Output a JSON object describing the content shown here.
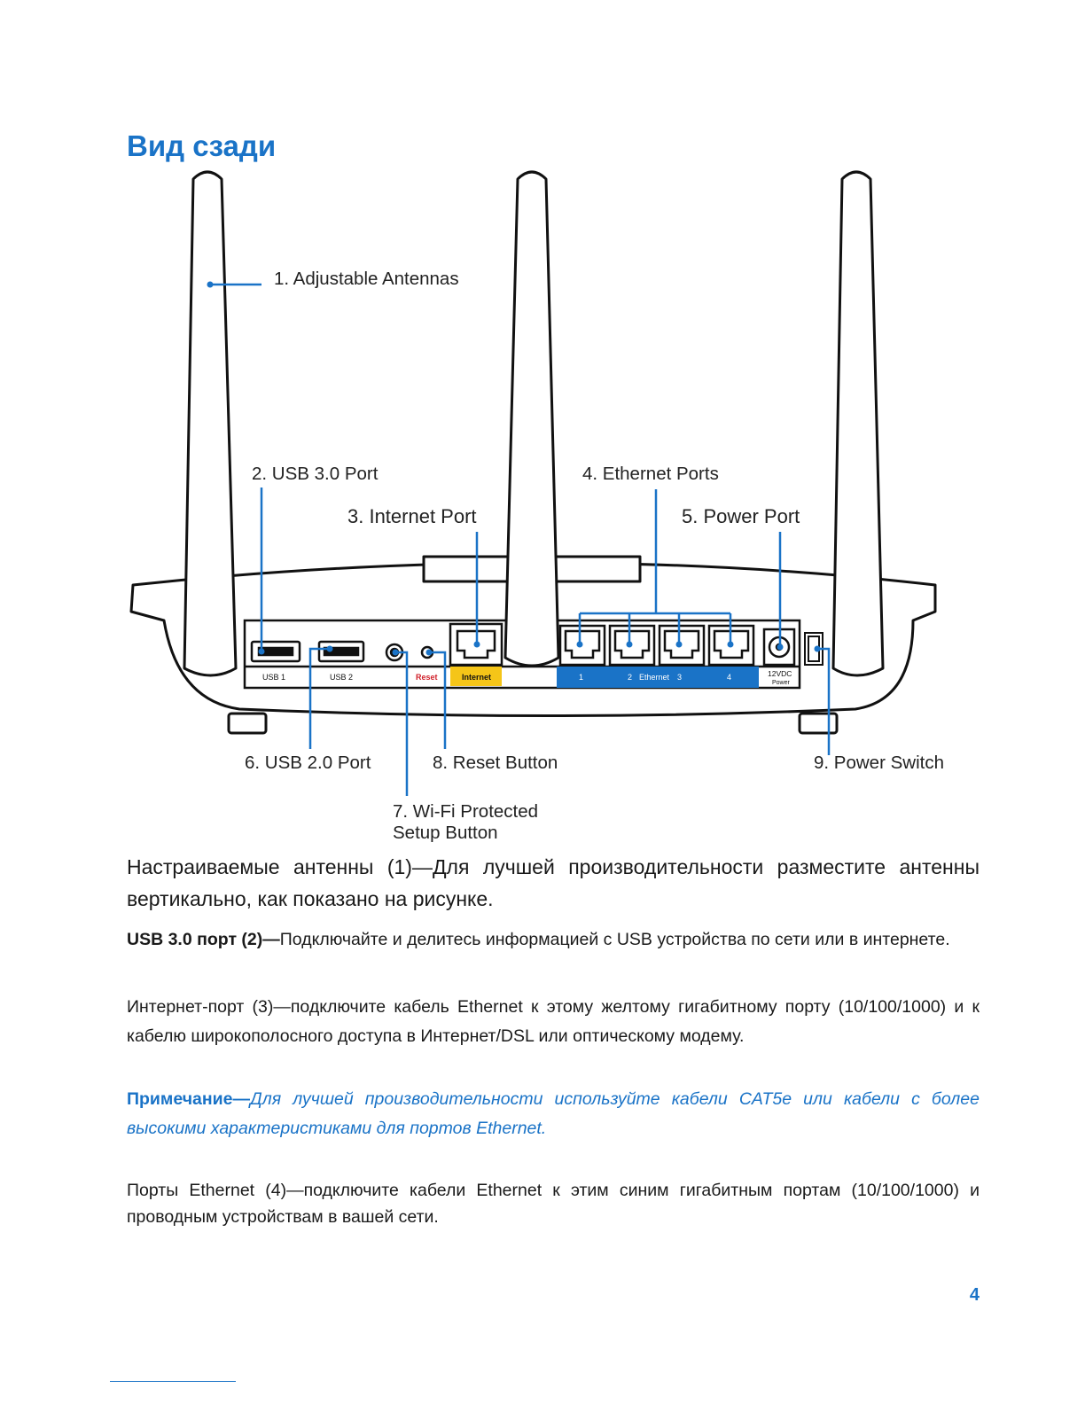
{
  "page": {
    "heading": "Вид сзади",
    "page_number": "4"
  },
  "figure": {
    "callouts": {
      "antennas": "1. Adjustable Antennas",
      "usb3": "2. USB 3.0 Port",
      "internet": "3. Internet Port",
      "ethernet": "4. Ethernet Ports",
      "power_port": "5. Power Port",
      "usb2": "6. USB 2.0 Port",
      "wps_line1": "7. Wi-Fi Protected",
      "wps_line2": "Setup Button",
      "reset": "8. Reset Button",
      "power_switch": "9. Power Switch"
    },
    "panel_labels": {
      "usb1": "USB 1",
      "usb2": "USB 2",
      "reset": "Reset",
      "internet": "Internet",
      "eth1": "1",
      "eth2": "2",
      "eth_word": "Ethernet",
      "eth3": "3",
      "eth4": "4",
      "dc": "12VDC",
      "power": "Power"
    },
    "colors": {
      "accent": "#1a73c7",
      "internet_port": "#f5c518",
      "ethernet_band": "#1a73c7",
      "reset_text": "#d0202a"
    }
  },
  "body": {
    "p1": "Настраиваемые антенны (1)—Для лучшей производительности разместите антенны вертикально, как показано на рисунке.",
    "p2_lead": "USB 3.0 порт (2)—",
    "p2_text": "Подключайте и делитесь информацией с USB устройства по сети или в интернете.",
    "p3": "Интернет-порт (3)—подключите кабель Ethernet к этому желтому гигабитному порту (10/100/1000) и к кабелю широкополосного доступа в Интернет/DSL или оптическому модему.",
    "note_lead": "Примечание—",
    "note_text": "Для лучшей производительности используйте кабели CAT5e или кабели с более высокими характеристиками для портов Ethernet.",
    "p5": "Порты Ethernet (4)—подключите кабели Ethernet к этим синим гигабитным портам (10/100/1000) и проводным устройствам в вашей сети."
  }
}
